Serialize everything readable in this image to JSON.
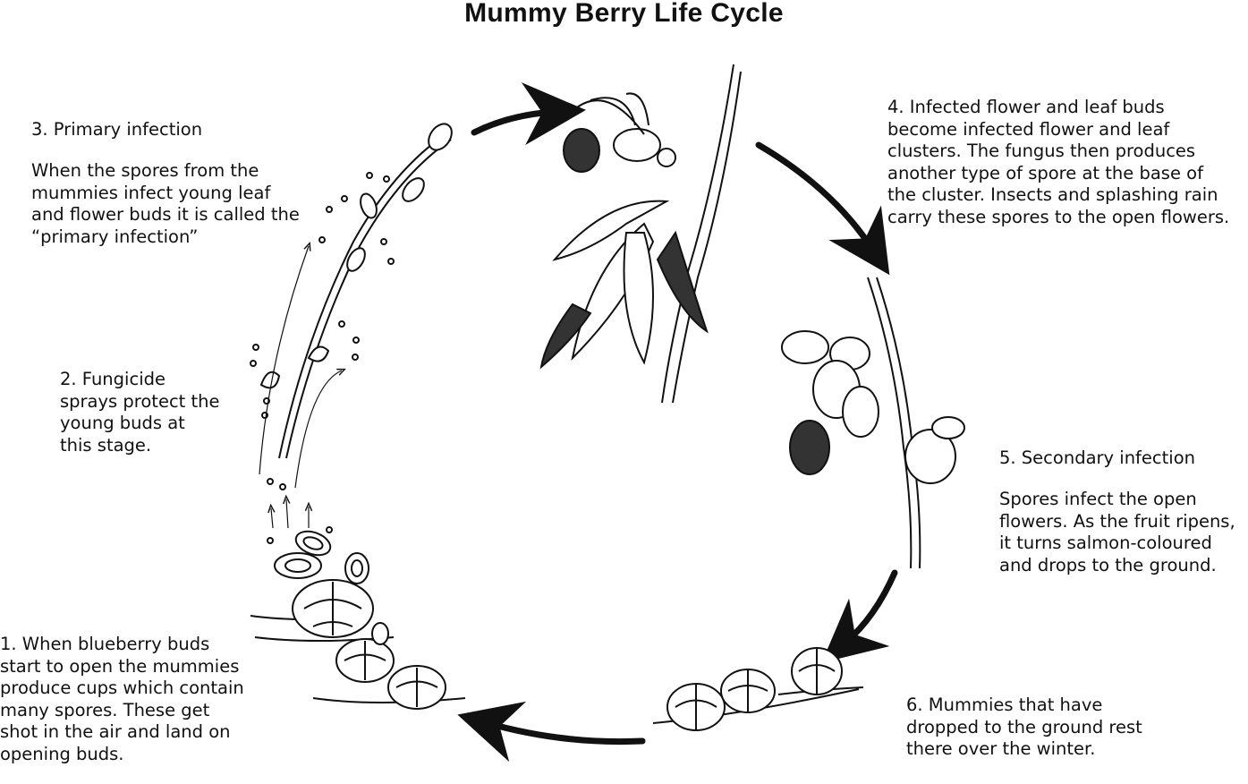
{
  "title": "Mummy Berry Life Cycle",
  "stages": {
    "s1": {
      "text": "1. When blueberry buds\nstart to open the mummies\nproduce cups which contain\nmany spores. These get\nshot in the air and land on\nopening buds."
    },
    "s2": {
      "text": "2. Fungicide\nsprays protect the\nyoung buds at\nthis stage."
    },
    "s3": {
      "heading": "3. Primary infection",
      "text": "When the spores from the\nmummies infect young leaf\nand flower buds it is called the\n“primary infection”"
    },
    "s4": {
      "text": "4. Infected flower and leaf buds\nbecome infected flower and leaf\nclusters. The fungus then produces\nanother type of spore at the base of\nthe cluster. Insects and splashing rain\ncarry these spores to the open flowers."
    },
    "s5": {
      "heading": "5. Secondary infection",
      "text": "Spores infect the open\nflowers. As the fruit ripens,\nit turns salmon-coloured\nand drops to the ground."
    },
    "s6": {
      "text": "6. Mummies that have\ndropped to the ground rest\nthere over the winter."
    }
  },
  "colors": {
    "ink": "#111111",
    "background": "#ffffff"
  }
}
